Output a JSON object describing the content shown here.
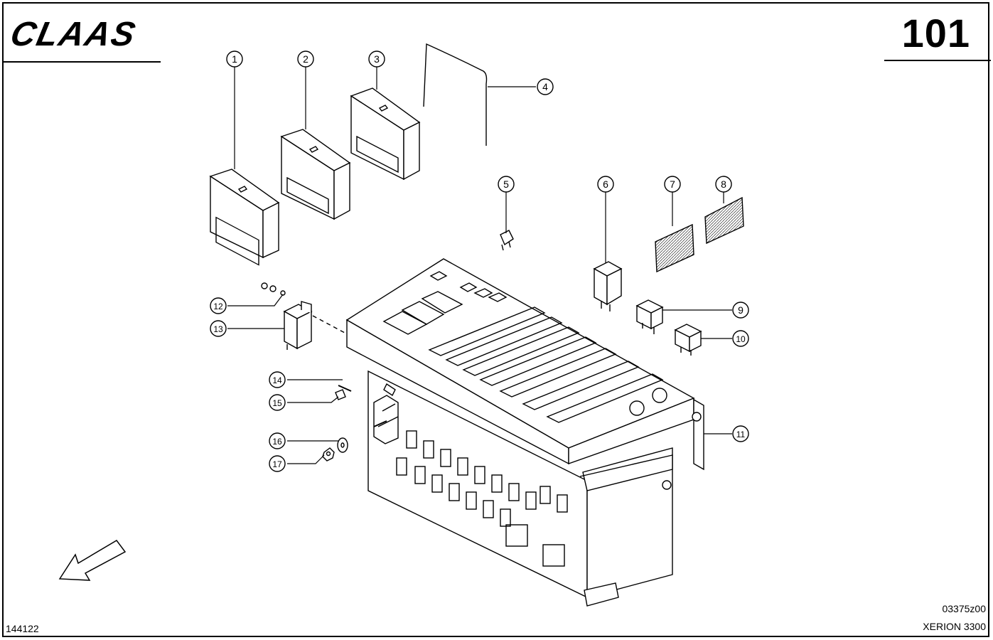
{
  "header": {
    "brand": "CLAAS",
    "page_number": "101"
  },
  "footer": {
    "drawing_code": "144122",
    "ref_code": "03375z00",
    "model": "XERION 3300"
  },
  "callouts": [
    "1",
    "2",
    "3",
    "4",
    "5",
    "6",
    "7",
    "8",
    "9",
    "10",
    "11",
    "12",
    "13",
    "14",
    "15",
    "16",
    "17"
  ]
}
